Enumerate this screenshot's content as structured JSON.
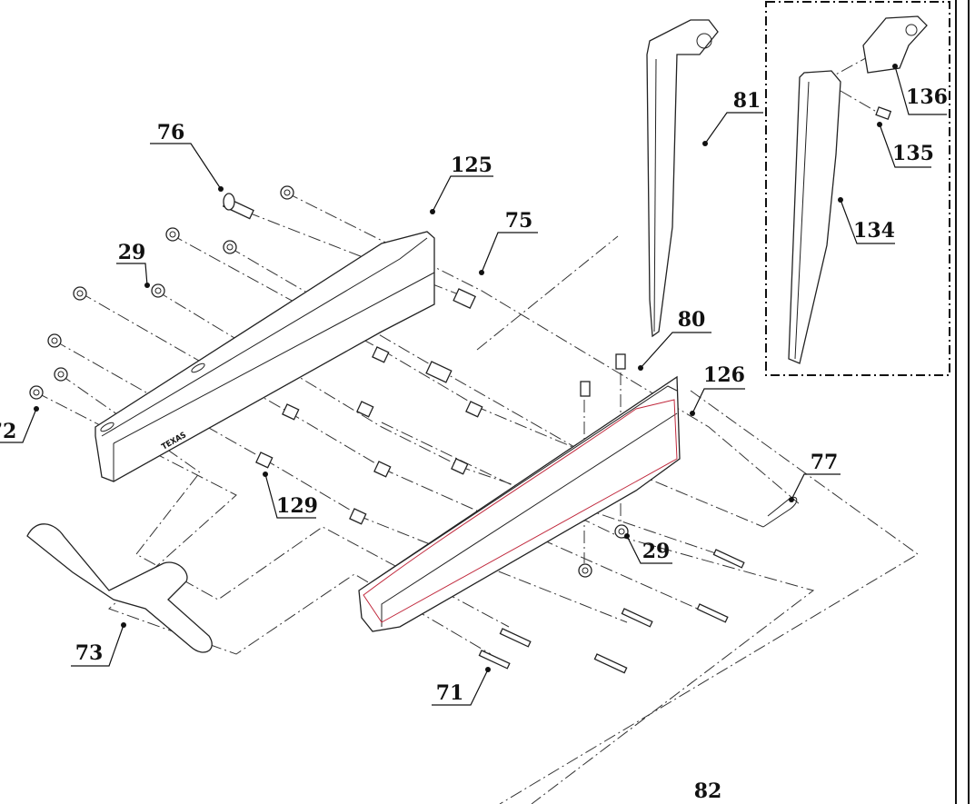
{
  "diagram": {
    "type": "exploded parts diagram",
    "stamp_text": "TEXAS",
    "callouts": [
      {
        "id": "c76",
        "label": "76"
      },
      {
        "id": "c125",
        "label": "125"
      },
      {
        "id": "c75",
        "label": "75"
      },
      {
        "id": "c29a",
        "label": "29"
      },
      {
        "id": "c72",
        "label": "72"
      },
      {
        "id": "c81",
        "label": "81"
      },
      {
        "id": "c136",
        "label": "136"
      },
      {
        "id": "c135",
        "label": "135"
      },
      {
        "id": "c134",
        "label": "134"
      },
      {
        "id": "c80",
        "label": "80"
      },
      {
        "id": "c126",
        "label": "126"
      },
      {
        "id": "c77",
        "label": "77"
      },
      {
        "id": "c29b",
        "label": "29"
      },
      {
        "id": "c129",
        "label": "129"
      },
      {
        "id": "c73",
        "label": "73"
      },
      {
        "id": "c71",
        "label": "71"
      },
      {
        "id": "c82",
        "label": "82"
      }
    ],
    "colors": {
      "line": "#222222",
      "highlight": "#c0283c"
    }
  }
}
